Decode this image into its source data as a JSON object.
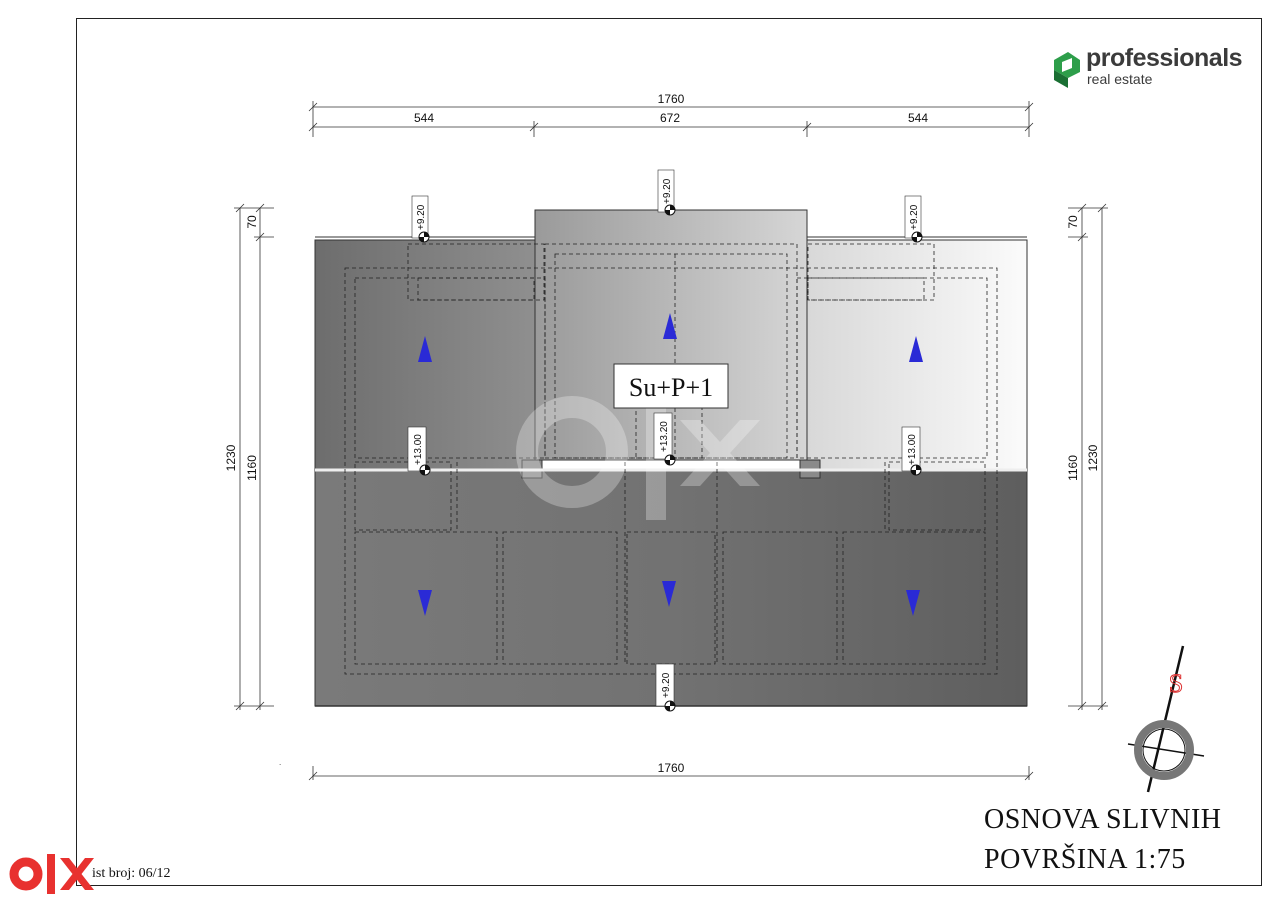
{
  "brand": {
    "name": "professionals",
    "sub": "real estate"
  },
  "dimensions": {
    "top_total": "1760",
    "top_segments": [
      "544",
      "672",
      "544"
    ],
    "bottom_total": "1760",
    "left_outer": "1230",
    "left_inner": "1160",
    "left_top": "70",
    "right_outer": "1230",
    "right_inner": "1160",
    "right_top": "70"
  },
  "elevations": {
    "top_center": "+9.20",
    "top_left": "+9.20",
    "top_right": "+9.20",
    "mid_left": "+13.00",
    "mid_center": "+13.20",
    "mid_right": "+13.00",
    "bottom_center": "+9.20"
  },
  "plan_label": "Su+P+1",
  "compass_letter": "S",
  "title": {
    "line1": "OSNOVA SLIVNIH",
    "line2": "POVRŠINA 1:75"
  },
  "sheet_number": "ist broj: 06/12",
  "colors": {
    "arrow": "#2a2ad6",
    "brand_green": "#1d8a3c",
    "olx_red": "#e8312f"
  }
}
